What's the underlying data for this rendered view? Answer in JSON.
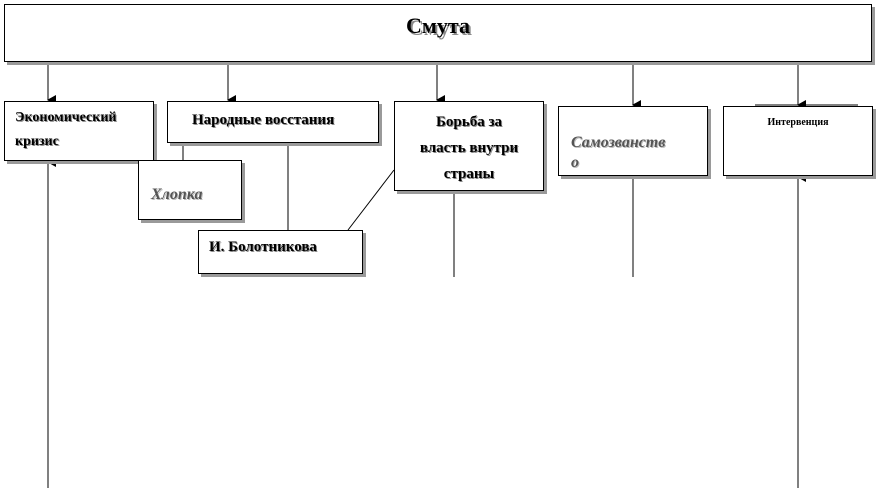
{
  "diagram": {
    "title": "Смута",
    "nodes": {
      "econ": [
        "Экономический",
        "кризис"
      ],
      "narod": "Народные восстания",
      "khlopka": "Хлопка",
      "bolotnikov": "И. Болотникова",
      "borba": [
        "Борьба за",
        "власть внутри",
        "страны"
      ],
      "samo": [
        "Самозванств",
        "о"
      ],
      "intervention": "Интервенция"
    }
  }
}
